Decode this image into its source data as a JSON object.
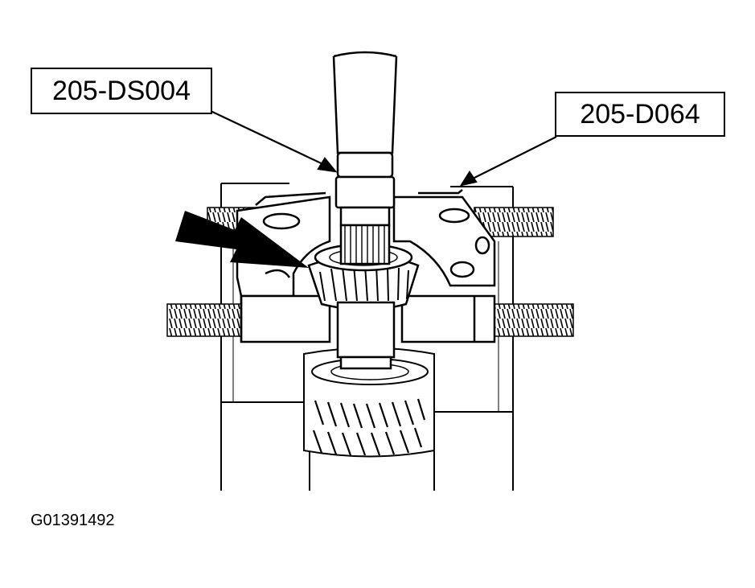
{
  "labels": {
    "tool_left": "205-DS004",
    "tool_right": "205-D064"
  },
  "figure_id": "G01391492",
  "colors": {
    "line": "#000000",
    "background": "#ffffff"
  }
}
